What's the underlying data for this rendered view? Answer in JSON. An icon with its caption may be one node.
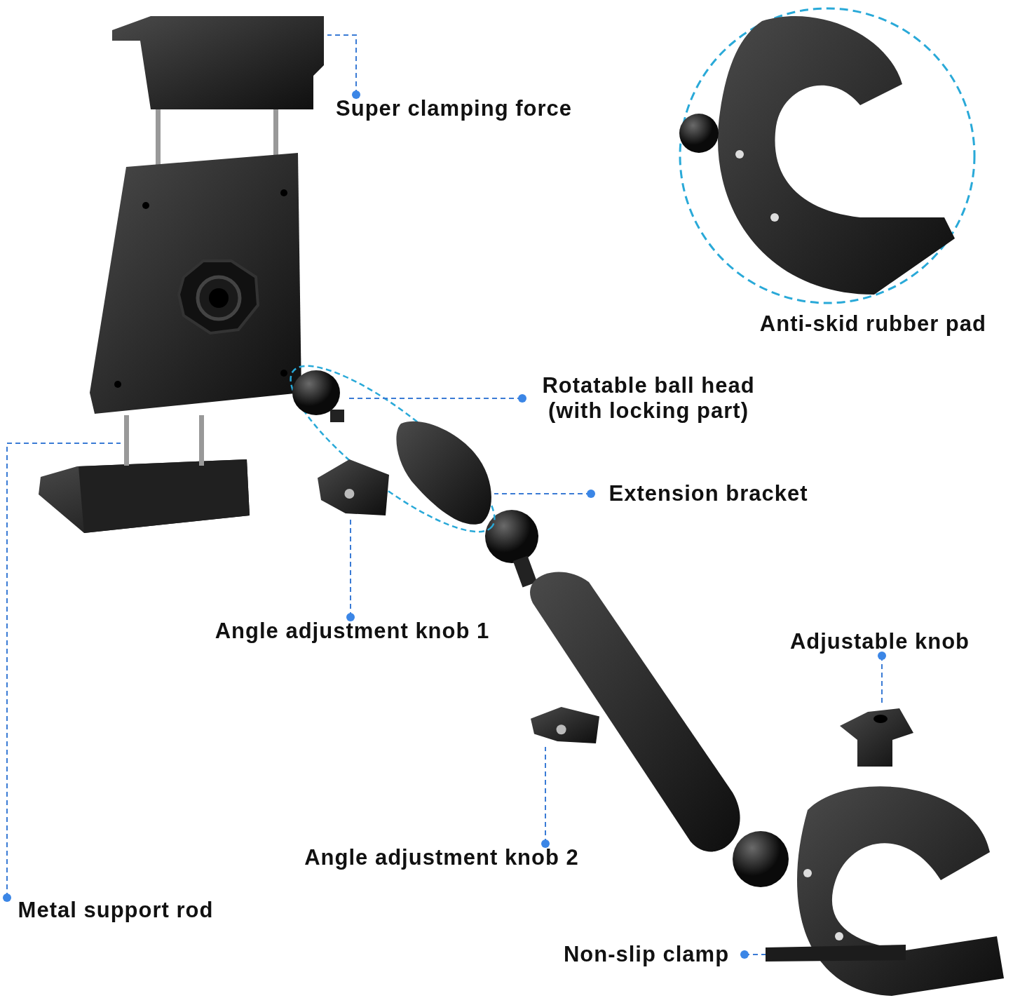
{
  "diagram": {
    "nodes": [
      {
        "text": [
          "Super clamping force"
        ]
      },
      {
        "text": [],
        "shape": "picture"
      },
      {
        "text": [
          "Anti-skid rubber pad"
        ]
      },
      {
        "text": [
          "Rotatable ball head (with locking part)"
        ]
      },
      {
        "text": [],
        "shape": "picture"
      },
      {
        "text": [
          "Extension bracket"
        ]
      },
      {
        "text": [],
        "shape": "picture"
      },
      {
        "text": [
          "Metal support rod"
        ]
      },
      {
        "text": [],
        "shape": "picture"
      },
      {
        "text": [],
        "shape": "picture"
      },
      {
        "text": [
          "Angle adjustment knob 1"
        ]
      },
      {
        "text": [
          "Adjustable knob"
        ]
      },
      {
        "text": [],
        "shape": "picture"
      },
      {
        "text": [],
        "shape": "picture"
      },
      {
        "text": [
          "Angle adjustment knob 2"
        ]
      },
      {
        "text": [
          "Non-slip clamp"
        ]
      },
      {
        "text": [],
        "shape": "picture"
      }
    ],
    "edges": [
      {
        "from": 0,
        "to": 1,
        "arrow": "other",
        "style": "dashed"
      },
      {
        "from": 7,
        "to": 8,
        "arrow": "other",
        "style": "dashed"
      },
      {
        "from": 3,
        "to": 4,
        "arrow": "other",
        "style": "dashed"
      },
      {
        "from": 5,
        "to": 6,
        "arrow": "other",
        "style": "dashed"
      },
      {
        "from": 10,
        "to": 9,
        "arrow": "other",
        "style": "dashed"
      },
      {
        "from": 14,
        "to": 13,
        "arrow": "other",
        "style": "dashed"
      },
      {
        "from": 11,
        "to": 12,
        "arrow": "other",
        "style": "dashed"
      },
      {
        "from": 15,
        "to": 16,
        "arrow": "other",
        "style": "dashed"
      }
    ]
  }
}
